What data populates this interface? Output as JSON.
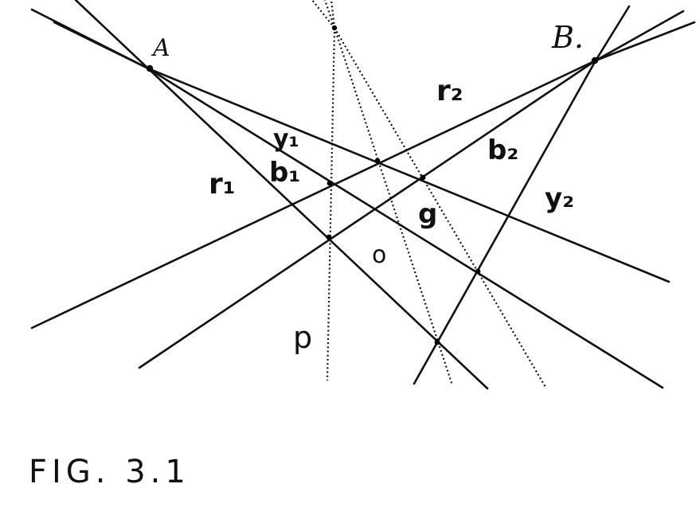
{
  "diagram": {
    "caption": "FIG. 3.1",
    "points": [
      {
        "id": "A",
        "label": "A"
      },
      {
        "id": "B",
        "label": "B."
      }
    ],
    "line_labels": [
      {
        "id": "r1",
        "text": "r₁"
      },
      {
        "id": "b1",
        "text": "b₁"
      },
      {
        "id": "y1",
        "text": "y₁"
      },
      {
        "id": "r2",
        "text": "r₂"
      },
      {
        "id": "b2",
        "text": "b₂"
      },
      {
        "id": "y2",
        "text": "y₂"
      },
      {
        "id": "g",
        "text": "g"
      },
      {
        "id": "o",
        "text": "o"
      },
      {
        "id": "p",
        "text": "p"
      }
    ]
  }
}
